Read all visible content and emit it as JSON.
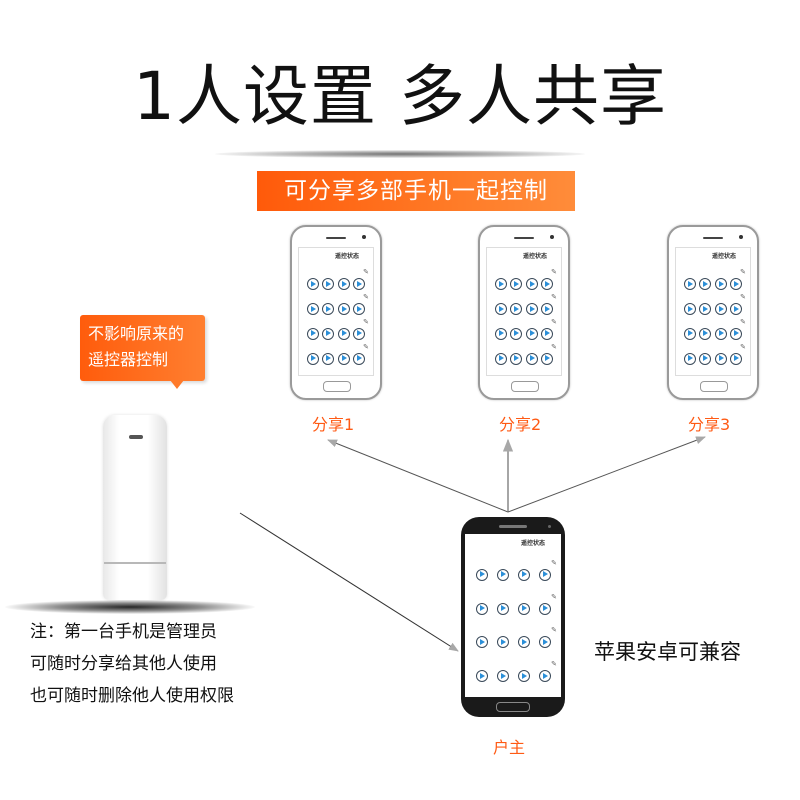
{
  "title": "1人设置 多人共享",
  "banner": "可分享多部手机一起控制",
  "bubble": {
    "line1": "不影响原来的",
    "line2": "遥控器控制"
  },
  "note": {
    "line1": "注：第一台手机是管理员",
    "line2": "可随时分享给其他人使用",
    "line3": "也可随时删除他人使用权限"
  },
  "compat": "苹果安卓可兼容",
  "phones": {
    "app_header": "遥控状态",
    "edit_icon": "✎",
    "shared": [
      {
        "label": "分享1"
      },
      {
        "label": "分享2"
      },
      {
        "label": "分享3"
      }
    ],
    "owner": {
      "label": "户主"
    }
  },
  "colors": {
    "accent": "#ff5a14",
    "banner_start": "#ff5a0a",
    "banner_end": "#ff8c3a",
    "play_icon": "#2b8fd8",
    "arrow": "#8c8c8c"
  }
}
